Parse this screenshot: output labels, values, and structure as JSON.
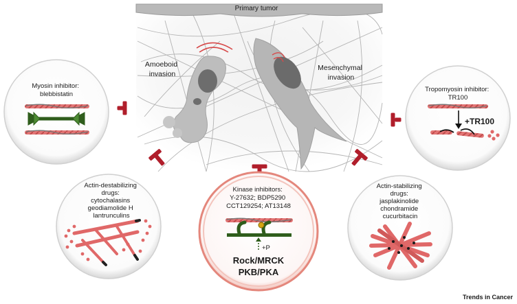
{
  "tumor": {
    "label": "Primary tumor"
  },
  "invasion": {
    "amoeboid": [
      "Amoeboid",
      "invasion"
    ],
    "mesenchymal": [
      "Mesenchymal",
      "invasion"
    ]
  },
  "panels": {
    "myosin": {
      "lines": [
        "Myosin inhibitor:",
        "blebbistatin"
      ]
    },
    "tropomyosin": {
      "lines": [
        "Tropomyosin inhibitor:",
        "TR100"
      ],
      "effect_label": "+TR100"
    },
    "destabilizing": {
      "lines": [
        "Actin-destabilizing",
        "drugs:",
        "cytochalasins",
        "geodiamolide H",
        "lantrunculins"
      ]
    },
    "kinase": {
      "lines": [
        "Kinase inhibitors:",
        "Y-27632; BDP5290",
        "CCT129254; AT13148"
      ],
      "phospho_label": "+P",
      "kinases": [
        "Rock/MRCK",
        "PKB/PKA"
      ]
    },
    "stabilizing": {
      "lines": [
        "Actin-stabilizing",
        "drugs:",
        "jasplakinolide",
        "chondramide",
        "cucurbitacin"
      ]
    }
  },
  "footer": {
    "journal": "Trends in Cancer"
  },
  "colors": {
    "inhibit": "#b01e2b",
    "actin": "#e06868",
    "actin_dark": "#b33a3a",
    "tropomyosin": "#7a7a7a",
    "myosin": "#2f5d1c",
    "kinase_ring": "#e4877c"
  }
}
